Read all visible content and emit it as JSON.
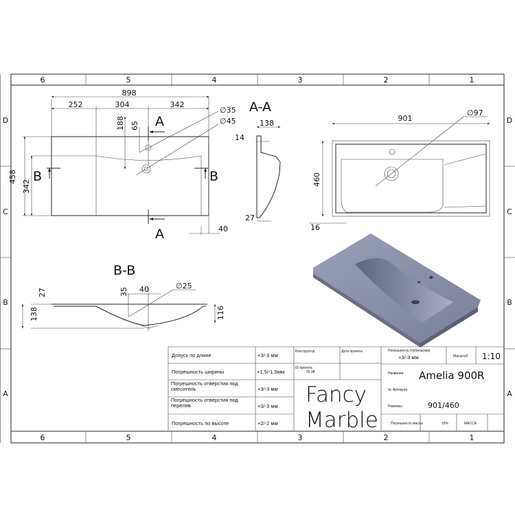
{
  "frame": {
    "columns": [
      "6",
      "5",
      "4",
      "3",
      "2",
      "1"
    ],
    "rows": [
      "D",
      "C",
      "B",
      "A"
    ]
  },
  "top_view": {
    "overall_width": "898",
    "segments": [
      "252",
      "304",
      "342"
    ],
    "depth": "458",
    "bowl_depth": "342",
    "dim_188": "188",
    "dim_65": "65",
    "tap_hole": "∅35",
    "drain_hole": "∅45",
    "edge": "40",
    "section_a": "A",
    "section_b": "B"
  },
  "section_aa": {
    "title": "A-A",
    "height": "138",
    "rim": "14",
    "bottom": "27"
  },
  "section_bb": {
    "title": "B-B",
    "rim": "27",
    "height": "138",
    "dim_35": "35",
    "dim_40": "40",
    "overflow": "∅25",
    "right_height": "116"
  },
  "bottom_view": {
    "width": "901",
    "depth": "460",
    "edge": "16",
    "drain": "∅97"
  },
  "colors": {
    "render": "#8a8fa8",
    "line": "#222222"
  },
  "title_block": {
    "tolerances": [
      {
        "label": "Допуск по длине",
        "value": "+3/-3 мм"
      },
      {
        "label": "Погрешность ширины",
        "value": "+1,5/-1,5мм"
      },
      {
        "label": "Погрешность отверстия под смеситель",
        "value": "+3/-3 мм"
      },
      {
        "label": "Погрешность отверстия под перелив",
        "value": "+3/-3 мм"
      },
      {
        "label": "Погрешность по высоте",
        "value": "+2/-2 мм"
      }
    ],
    "designer_label": "Конструктор",
    "date_label": "Дата проекта",
    "project_id_label": "ID проекта",
    "project_id": "02.98",
    "logo_line1": "Fancy",
    "logo_line2": "Marble",
    "depth_tol_label": "Погрешность глубины(мм)",
    "depth_tol": "+3/-3 мм",
    "scale_label": "Масштаб",
    "scale": "1:10",
    "name_label": "Название",
    "name": "Amelia 900R",
    "article_label": "№ Артикула",
    "size_label": "Размеры",
    "size": "901/460",
    "mass_tol_label": "Погрешность массы",
    "mass_tol": "±3%",
    "mass_label": "МАССА"
  }
}
